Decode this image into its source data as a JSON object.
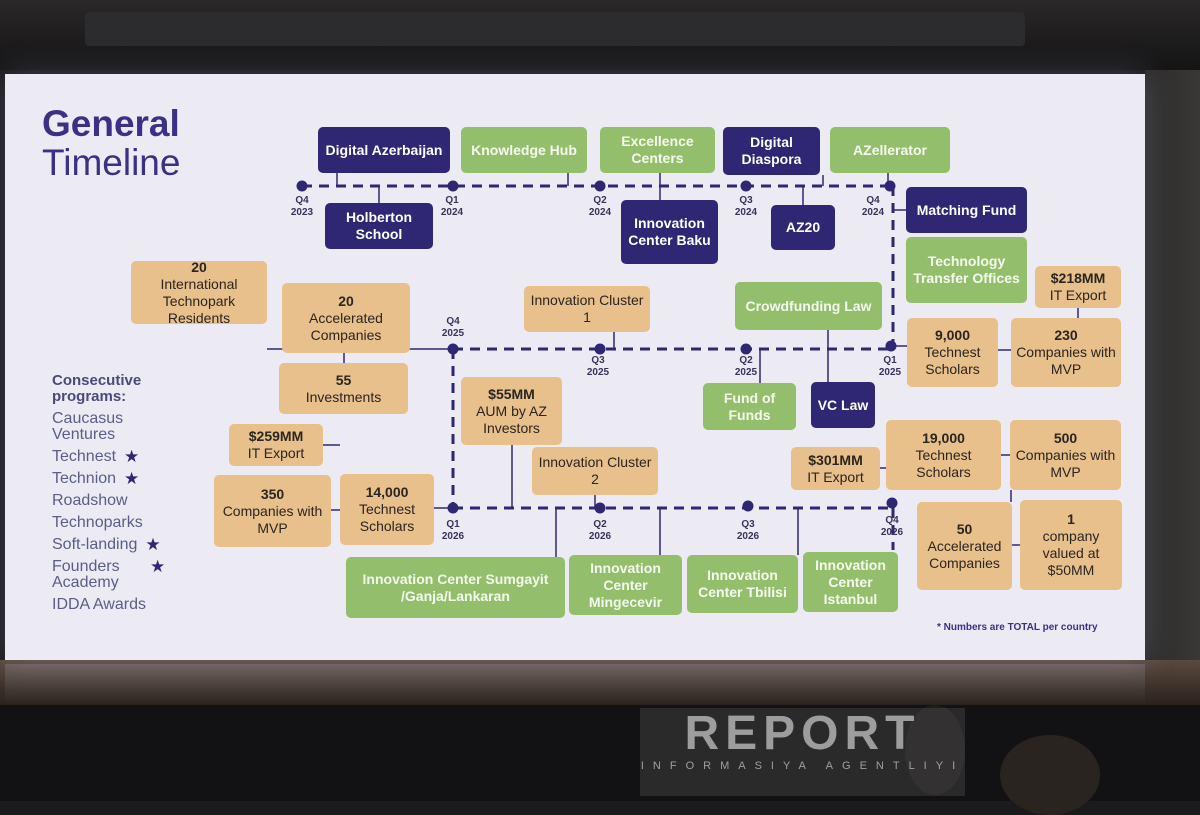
{
  "slide": {
    "title_line1": "General",
    "title_line2": "Timeline",
    "footnote": "* Numbers are TOTAL per country",
    "watermark": {
      "name": "REPORT",
      "subtitle": "INFORMASIYA AGENTLIYI"
    }
  },
  "colors": {
    "initiative": "#2f2773",
    "program": "#93bf6d",
    "metric": "#e7c08b",
    "line": "#2f2773"
  },
  "quarters": [
    "Q4 2023",
    "Q1 2024",
    "Q2 2024",
    "Q3 2024",
    "Q4 2024",
    "Q1 2025",
    "Q2 2025",
    "Q3 2025",
    "Q4 2025",
    "Q1 2026",
    "Q2 2026",
    "Q3 2026",
    "Q4 2026"
  ],
  "programs": {
    "heading": "Consecutive programs:",
    "items": [
      {
        "label": "Caucasus Ventures",
        "star": false
      },
      {
        "label": "Technest",
        "star": true
      },
      {
        "label": "Technion",
        "star": true
      },
      {
        "label": "Roadshow",
        "star": false
      },
      {
        "label": "Technoparks",
        "star": false
      },
      {
        "label": "Soft-landing",
        "star": true
      },
      {
        "label": "Founders Academy",
        "star": true
      },
      {
        "label": "IDDA Awards",
        "star": false
      }
    ],
    "star_glyph": "★"
  },
  "boxes": [
    {
      "id": "digital-azerbaijan",
      "kind": "initiative",
      "title": "Digital Azerbaijan",
      "text": ""
    },
    {
      "id": "knowledge-hub",
      "kind": "program",
      "title": "Knowledge Hub",
      "text": ""
    },
    {
      "id": "excellence-centers",
      "kind": "program",
      "title": "Excellence Centers",
      "text": ""
    },
    {
      "id": "digital-diaspora",
      "kind": "initiative",
      "title": "Digital Diaspora",
      "text": ""
    },
    {
      "id": "azellerator",
      "kind": "program",
      "title": "AZellerator",
      "text": ""
    },
    {
      "id": "holberton-school",
      "kind": "initiative",
      "title": "Holberton School",
      "text": ""
    },
    {
      "id": "innovation-center-baku",
      "kind": "initiative",
      "title": "Innovation Center Baku",
      "text": ""
    },
    {
      "id": "az20",
      "kind": "initiative",
      "title": "AZ20",
      "text": ""
    },
    {
      "id": "matching-fund",
      "kind": "initiative",
      "title": "Matching Fund",
      "text": ""
    },
    {
      "id": "technology-transfer-offices",
      "kind": "program",
      "title": "Technology Transfer Offices",
      "text": ""
    },
    {
      "id": "it-export-218",
      "kind": "metric",
      "title": "$218MM",
      "text": "IT Export"
    },
    {
      "id": "technopark-residents",
      "kind": "metric",
      "title": "20",
      "text": "International Technopark Residents"
    },
    {
      "id": "accelerated-20",
      "kind": "metric",
      "title": "20",
      "text": "Accelerated Companies"
    },
    {
      "id": "innovation-cluster-1",
      "kind": "metric",
      "title": "",
      "text": "Innovation Cluster 1"
    },
    {
      "id": "crowdfunding-law",
      "kind": "program",
      "title": "Crowdfunding Law",
      "text": ""
    },
    {
      "id": "technest-9000",
      "kind": "metric",
      "title": "9,000",
      "text": "Technest Scholars"
    },
    {
      "id": "mvp-230",
      "kind": "metric",
      "title": "230",
      "text": "Companies with MVP"
    },
    {
      "id": "investments-55",
      "kind": "metric",
      "title": "55",
      "text": "Investments"
    },
    {
      "id": "aum-55",
      "kind": "metric",
      "title": "$55MM",
      "text": "AUM by AZ Investors"
    },
    {
      "id": "fund-of-funds",
      "kind": "program",
      "title": "Fund of Funds",
      "text": ""
    },
    {
      "id": "vc-law",
      "kind": "initiative",
      "title": "VC Law",
      "text": ""
    },
    {
      "id": "it-export-259",
      "kind": "metric",
      "title": "$259MM",
      "text": "IT Export"
    },
    {
      "id": "mvp-350",
      "kind": "metric",
      "title": "350",
      "text": "Companies with MVP"
    },
    {
      "id": "technest-14000",
      "kind": "metric",
      "title": "14,000",
      "text": "Technest Scholars"
    },
    {
      "id": "innovation-cluster-2",
      "kind": "metric",
      "title": "",
      "text": "Innovation Cluster 2"
    },
    {
      "id": "it-export-301",
      "kind": "metric",
      "title": "$301MM",
      "text": "IT Export"
    },
    {
      "id": "technest-19000",
      "kind": "metric",
      "title": "19,000",
      "text": "Technest Scholars"
    },
    {
      "id": "mvp-500",
      "kind": "metric",
      "title": "500",
      "text": "Companies with MVP"
    },
    {
      "id": "accelerated-50",
      "kind": "metric",
      "title": "50",
      "text": "Accelerated Companies"
    },
    {
      "id": "company-50mm",
      "kind": "metric",
      "title": "1",
      "text": "company valued at $50MM"
    },
    {
      "id": "ic-sumgayit",
      "kind": "program",
      "title": "Innovation Center Sumgayit /Ganja/Lankaran",
      "text": ""
    },
    {
      "id": "ic-mingecevir",
      "kind": "program",
      "title": "Innovation Center Mingecevir",
      "text": ""
    },
    {
      "id": "ic-tbilisi",
      "kind": "program",
      "title": "Innovation Center Tbilisi",
      "text": ""
    },
    {
      "id": "ic-istanbul",
      "kind": "program",
      "title": "Innovation Center Istanbul",
      "text": ""
    }
  ]
}
